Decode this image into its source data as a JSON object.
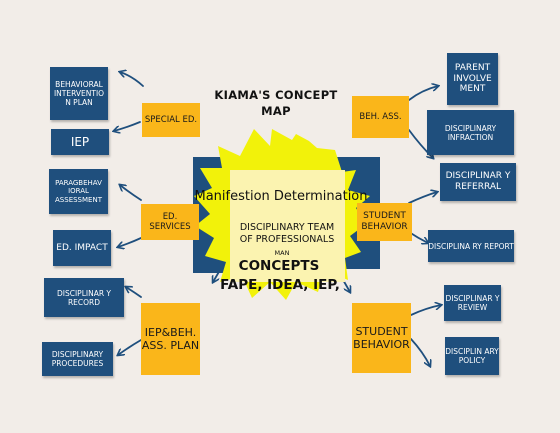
{
  "title": {
    "line1": "KIAMA'S CONCEPT",
    "line2": "MAP"
  },
  "center": {
    "manifestation": "Manifestion Determination",
    "team_line1": "DISCIPLINARY TEAM",
    "team_line2": "OF PROFESSIONALS",
    "small": "MAN",
    "concepts": "CONCEPTS",
    "laws": "FAPE, IDEA, IEP,"
  },
  "left": {
    "behavioral_intervention_plan": "BEHAVIORAL INTERVENTIO N PLAN",
    "special_ed": "SPECIAL ED.",
    "iep": "IEP",
    "paragbehav": "PARAGBEHAV IORAL ASSESSMENT",
    "ed_services": "ED. SERVICES",
    "ed_impact": "ED. IMPACT",
    "disciplinary_record": "DISCIPLINAR Y RECORD",
    "iep_beh_plan": "IEP&BEH. ASS. PLAN",
    "disciplinary_procedures": "DISCIPLINARY PROCEDURES"
  },
  "right": {
    "parent_involvement": "PARENT INVOLVE MENT",
    "beh_ass": "BEH. ASS.",
    "disciplinary_infraction": "DISCIPLINARY INFRACTION",
    "disciplinary_referral": "DISCIPLINAR Y REFERRAL",
    "student_behavior_1": "STUDENT BEHAVIOR",
    "disciplinary_report": "DISCIPLINA RY REPORT",
    "disciplinary_review": "DISCIPLINAR Y REVIEW",
    "student_behavior_2": "STUDENT BEHAVIOR",
    "disciplinary_policy": "DISCIPLIN ARY POLICY"
  },
  "colors": {
    "navy": "#1f4f7d",
    "orange": "#fab61a",
    "yellow": "#f2f20a",
    "paper": "#fbf3b0",
    "background": "#f2ede8"
  }
}
